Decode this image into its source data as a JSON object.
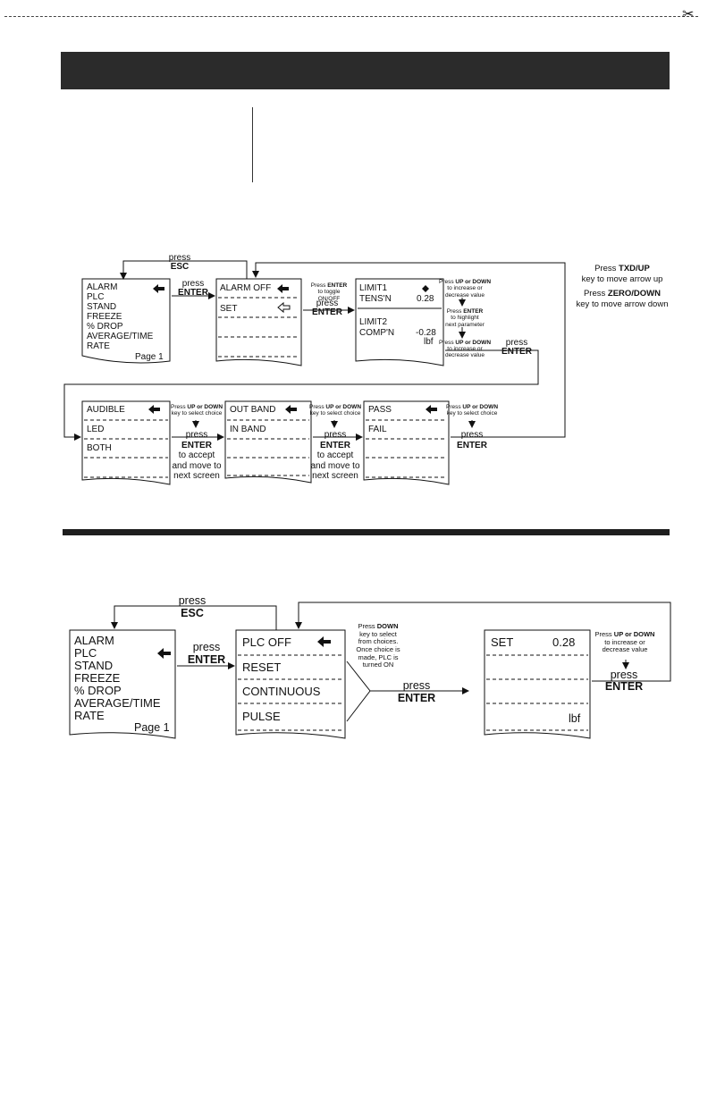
{
  "page": {
    "header_bar": "",
    "section_rule": ""
  },
  "alarm": {
    "menu": {
      "items": [
        "ALARM",
        "PLC",
        "STAND",
        "FREEZE",
        "% DROP",
        "AVERAGE/TIME",
        "RATE"
      ],
      "page_label": "Page 1"
    },
    "esc": {
      "press": "press",
      "key": "ESC"
    },
    "enter1": {
      "press": "press",
      "key": "ENTER"
    },
    "screen2": {
      "line1": "ALARM OFF",
      "line2": "SET"
    },
    "toggle_note": {
      "press": "Press ",
      "key": "ENTER",
      "rest1": "to toggle",
      "rest2": "ON/OFF"
    },
    "enter2": {
      "press": "press",
      "key": "ENTER"
    },
    "screen3": {
      "limit1": "LIMIT1",
      "tension_label": "TENS'N",
      "tension_value": "0.28",
      "limit2": "LIMIT2",
      "comp_label": "COMP'N",
      "comp_value": "-0.28",
      "unit": "lbf"
    },
    "notes": {
      "n1_a": "Press ",
      "n1_key": "UP or DOWN",
      "n1_b": "to increase or",
      "n1_c": "decrease value",
      "n2_a": "Press ",
      "n2_key": "ENTER",
      "n2_b": "to highlight",
      "n2_c": "next parameter",
      "n3_a": "Press ",
      "n3_key": "UP or DOWN",
      "n3_b": "to increase or",
      "n3_c": "decrease value"
    },
    "enter3": {
      "press": "press",
      "key": "ENTER"
    },
    "help": {
      "up_a": "Press ",
      "up_key": "TXD/UP",
      "up_b": "key to move arrow up",
      "down_a": "Press ",
      "down_key": "ZERO/DOWN",
      "down_b": "key to move arrow down"
    },
    "audible_screen": {
      "items": [
        "AUDIBLE",
        "LED",
        "BOTH"
      ]
    },
    "band_screen": {
      "items": [
        "OUT BAND",
        "IN BAND"
      ]
    },
    "pass_screen": {
      "items": [
        "PASS",
        "FAIL"
      ]
    },
    "select_note": {
      "a": "Press ",
      "key": "UP or DOWN",
      "b": "key to select choice"
    },
    "accept": {
      "press": "press",
      "key": "ENTER",
      "line1": "to accept",
      "line2": "and move to",
      "line3": "next screen"
    },
    "final": {
      "press": "press",
      "key": "ENTER"
    }
  },
  "plc": {
    "menu": {
      "items": [
        "ALARM",
        "PLC",
        "STAND",
        "FREEZE",
        "% DROP",
        "AVERAGE/TIME",
        "RATE"
      ],
      "page_label": "Page 1"
    },
    "esc": {
      "press": "press",
      "key": "ESC"
    },
    "enter1": {
      "press": "press",
      "key": "ENTER"
    },
    "choices": {
      "items": [
        "PLC OFF",
        "RESET",
        "CONTINUOUS",
        "PULSE"
      ]
    },
    "choice_note": {
      "a": "Press ",
      "key": "DOWN",
      "l2": "key to select",
      "l3": "from choices.",
      "l4": "Once choice is",
      "l5": "made, PLC is",
      "l6": "turned ON"
    },
    "enter2": {
      "press": "press",
      "key": "ENTER"
    },
    "set_screen": {
      "label": "SET",
      "value": "0.28",
      "unit": "lbf"
    },
    "value_note": {
      "a": "Press ",
      "key": "UP or DOWN",
      "b": "to increase or",
      "c": "decrease value"
    },
    "enter3": {
      "press": "press",
      "key": "ENTER"
    }
  }
}
